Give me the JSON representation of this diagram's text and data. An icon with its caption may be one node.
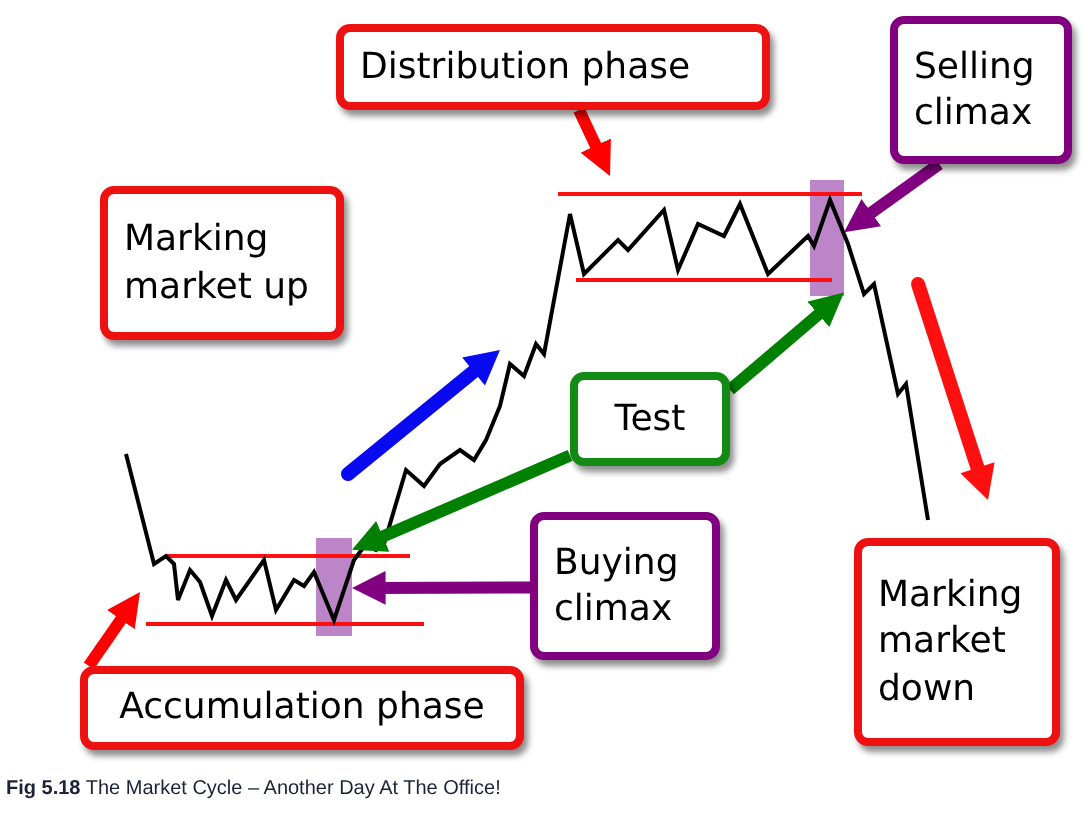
{
  "diagram": {
    "caption": "**Fig 5.18** The Market Cycle – Another Day At The Office!",
    "nodes": [
      {
        "text": [
          "Distribution phase"
        ]
      },
      {
        "text": [
          "Selling climax"
        ]
      },
      {
        "text": [
          "Marking market up"
        ]
      },
      {
        "text": [
          "Test"
        ]
      },
      {
        "text": [
          "Buying climax"
        ]
      },
      {
        "text": [
          "Marking market down"
        ]
      },
      {
        "text": [
          "Accumulation phase"
        ]
      },
      {
        "text": [],
        "shape": "bar"
      },
      {
        "text": [],
        "shape": "bar"
      }
    ],
    "edges": [
      {
        "from": 0,
        "to": null,
        "arrow": "to",
        "color": "#ff0000"
      },
      {
        "from": 1,
        "to": 8,
        "arrow": "to",
        "color": "#800080"
      },
      {
        "from": 3,
        "to": 7,
        "arrow": "to",
        "color": "#008000"
      },
      {
        "from": 3,
        "to": 8,
        "arrow": "to",
        "color": "#008000"
      },
      {
        "from": 4,
        "to": 7,
        "arrow": "to",
        "color": "#800080"
      },
      {
        "from": 6,
        "to": null,
        "arrow": "to",
        "color": "#ff0000"
      }
    ]
  }
}
